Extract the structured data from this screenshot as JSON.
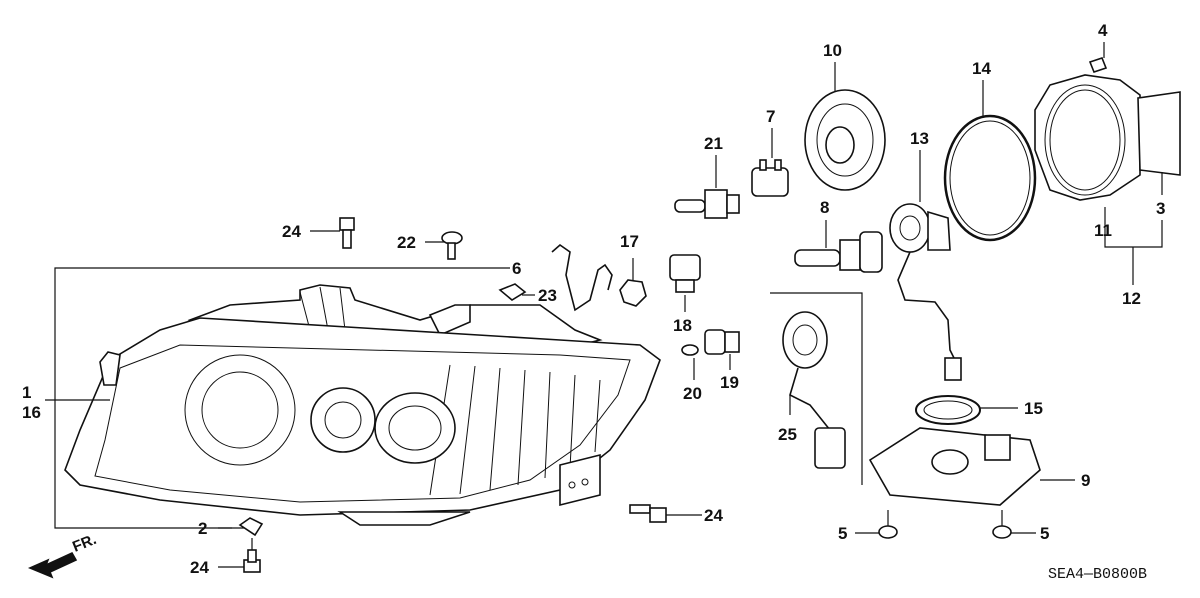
{
  "callouts": {
    "c1": "1",
    "c16": "16",
    "c2": "2",
    "c24a": "24",
    "c24b": "24",
    "c24c": "24",
    "c22": "22",
    "c6": "6",
    "c23": "23",
    "c17": "17",
    "c18": "18",
    "c20": "20",
    "c19": "19",
    "c21": "21",
    "c7": "7",
    "c10": "10",
    "c8": "8",
    "c13": "13",
    "c14": "14",
    "c4": "4",
    "c3": "3",
    "c11": "11",
    "c12": "12",
    "c15": "15",
    "c9": "9",
    "c25": "25",
    "c5a": "5",
    "c5b": "5"
  },
  "front_label": "FR.",
  "diagram_code": "SEA4—B0800B",
  "icons": [
    "front-arrow-icon"
  ]
}
